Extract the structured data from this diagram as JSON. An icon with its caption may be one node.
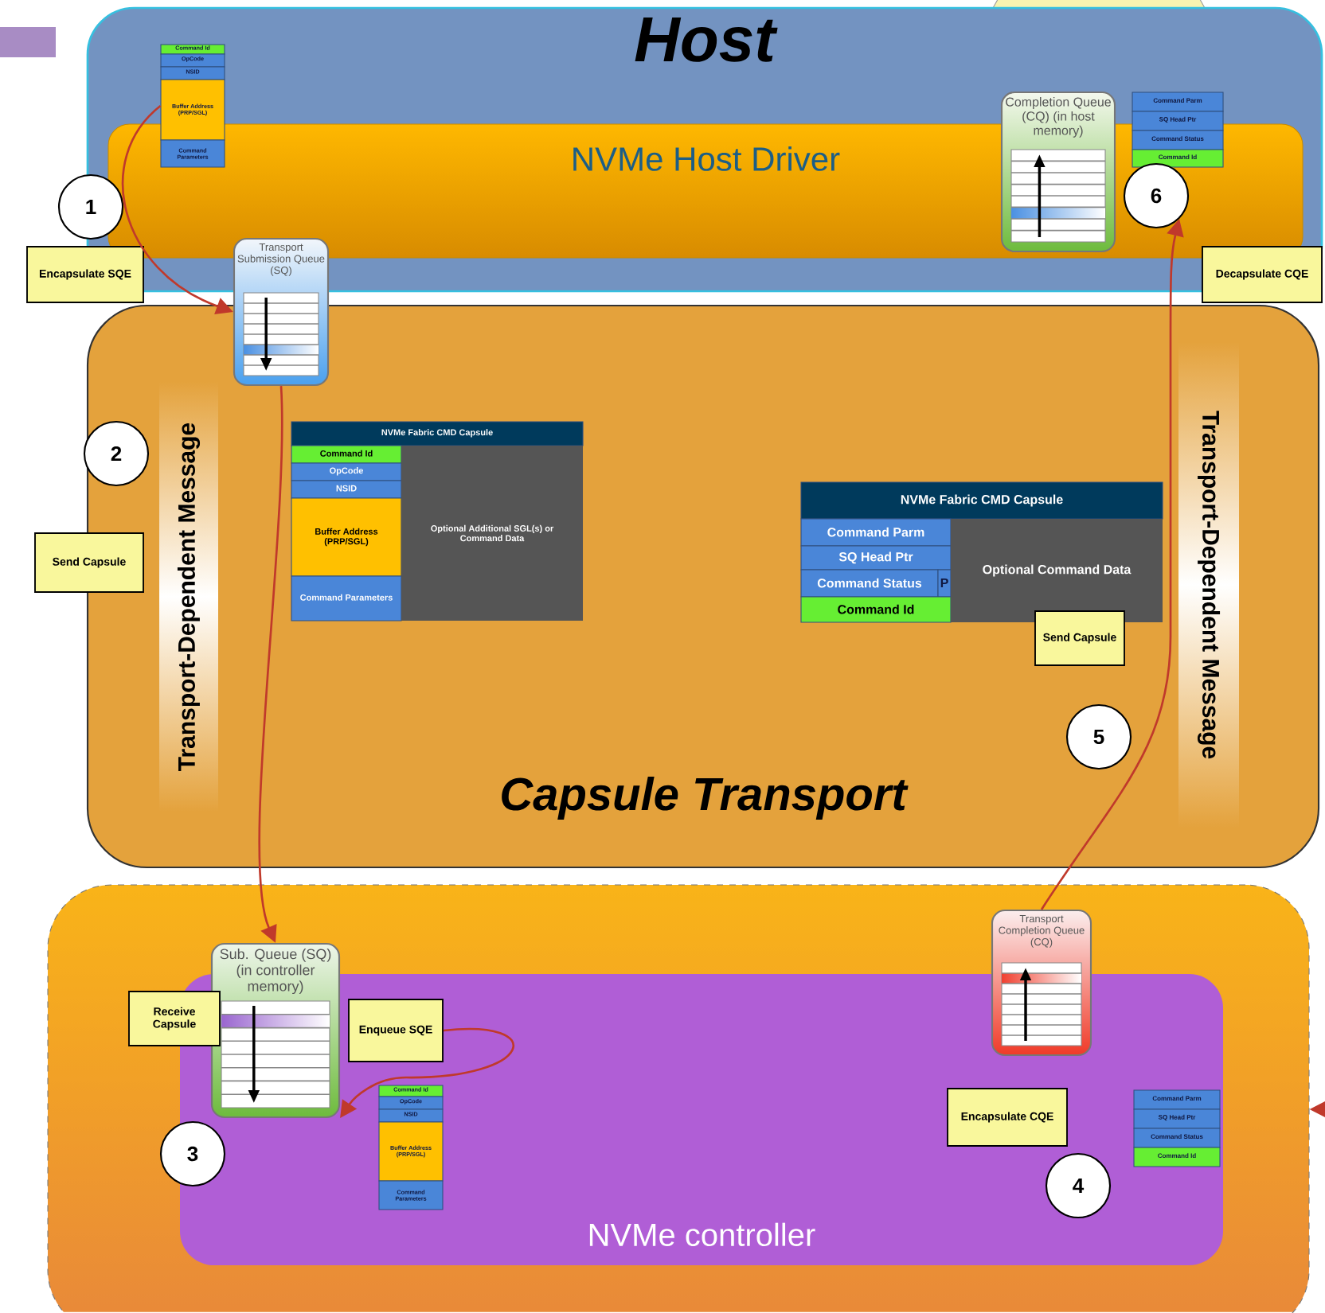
{
  "diagram": {
    "nodes": [
      {
        "text": [
          "Host"
        ]
      },
      {
        "text": [
          "NVMe Host Driver"
        ],
        "in": 0
      },
      {
        "text": [
          "Command Id",
          "OpCode",
          "NSID",
          "Buffer Address (PRP/SGL)",
          "Command Parameters"
        ],
        "in": 0
      },
      {
        "text": [
          "Completion Queue (CQ) (in host memory)"
        ],
        "in": 0
      },
      {
        "text": [
          "Command Parm",
          "SQ Head Ptr",
          "Command Status",
          "Command Id"
        ],
        "in": 0
      },
      {
        "text": [
          "1"
        ]
      },
      {
        "text": [
          "6"
        ],
        "in": 1
      },
      {
        "text": [
          "Encapsulate SQE"
        ]
      },
      {
        "text": [
          "Transport Submission Queue (SQ)"
        ]
      },
      {
        "text": [
          "Decapsulate CQE"
        ]
      },
      {
        "text": [
          "Capsule Transport"
        ]
      },
      {
        "text": [
          "Transport-Dependent Message"
        ],
        "in": 10
      },
      {
        "text": [
          "2"
        ],
        "in": 10
      },
      {
        "text": [
          "Send Capsule"
        ]
      },
      {
        "text": [
          "NVMe Fabric CMD Capsule",
          "Command Id",
          "OpCode",
          "NSID",
          "Buffer Address (PRP/SGL)",
          "Command Parameters",
          "Optional Additional SGL(s) or Command Data"
        ],
        "in": 10
      },
      {
        "text": [
          "NVMe Fabric CMD Capsule",
          "Command Parm",
          "SQ Head Ptr",
          "Command Status",
          "P",
          "Command Id",
          "Optional Command Data"
        ],
        "in": 10
      },
      {
        "text": [
          "Send Capsule"
        ],
        "in": 10
      },
      {
        "text": [
          "5"
        ],
        "in": 10
      },
      {
        "text": [
          "Transport-Dependent Message"
        ],
        "in": 10
      },
      {
        "text": [],
        "shape": "box"
      },
      {
        "text": [
          "NVMe controller"
        ],
        "in": 19
      },
      {
        "text": [
          "Sub. Queue (SQ) (in controller memory)"
        ],
        "in": 19
      },
      {
        "text": [
          "Receive Capsule"
        ],
        "in": 19
      },
      {
        "text": [
          "Enqueue SQE"
        ],
        "in": 20
      },
      {
        "text": [
          "Command Id",
          "OpCode",
          "NSID",
          "Buffer Address (PRP/SGL)",
          "Command Parameters"
        ],
        "in": 20
      },
      {
        "text": [
          "3"
        ],
        "in": 19
      },
      {
        "text": [
          "Transport Completion Queue (CQ)"
        ],
        "in": 19
      },
      {
        "text": [
          "Encapsulate CQE"
        ],
        "in": 20
      },
      {
        "text": [
          "Command Parm",
          "SQ Head Ptr",
          "Command Status",
          "Command Id"
        ],
        "in": 20
      },
      {
        "text": [
          "4"
        ],
        "in": 20
      }
    ],
    "edges": [
      {
        "from": 2,
        "to": 8,
        "arrow": "to"
      },
      {
        "from": 8,
        "to": 21,
        "arrow": "to"
      },
      {
        "from": 23,
        "to": 21,
        "arrow": "to"
      },
      {
        "from": 26,
        "to": 6,
        "arrow": "to"
      },
      {
        "from": null,
        "to": 19,
        "arrow": "to"
      }
    ]
  }
}
